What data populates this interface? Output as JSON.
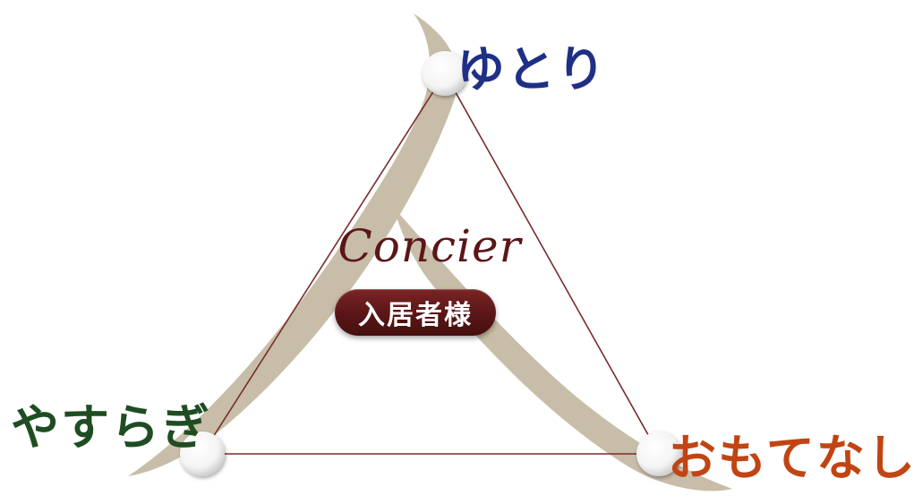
{
  "vertices": {
    "top": {
      "label": "ゆとり",
      "color": "#1f2f86"
    },
    "left": {
      "label": "やすらぎ",
      "color": "#1f4d22"
    },
    "right": {
      "label": "おもてなし",
      "color": "#c24413"
    }
  },
  "center": {
    "brand": "Concier",
    "badge": "入居者様"
  },
  "colors": {
    "stroke_shape": "#c8bda8",
    "triangle_line": "#7a2c2a",
    "brand": "#5b1618",
    "badge_bg": "#5a1517"
  }
}
